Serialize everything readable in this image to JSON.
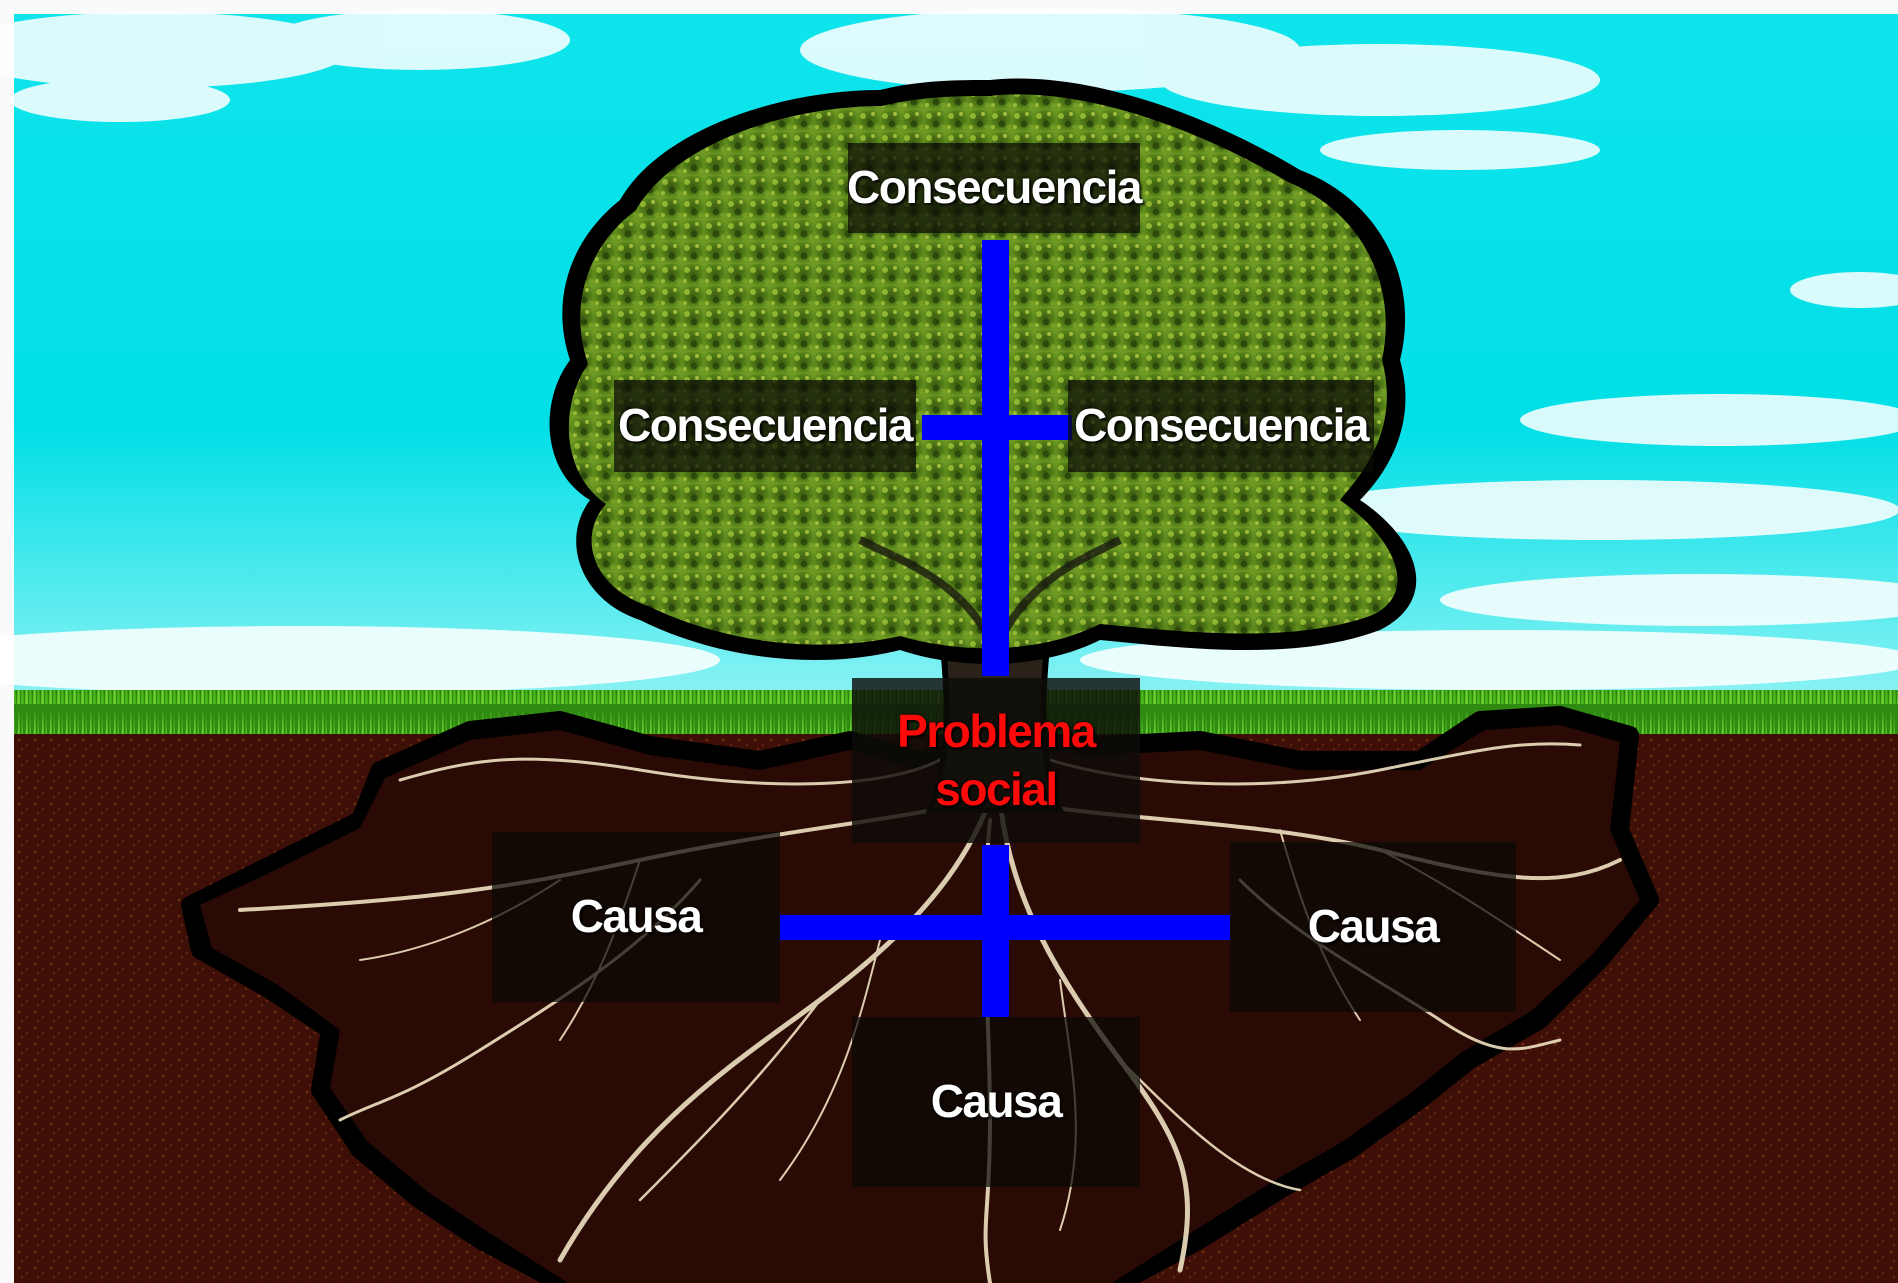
{
  "colors": {
    "sky": "#00e5ea",
    "grass": "#3fa81c",
    "soil": "#3a0e06",
    "foliage": "#3f6a10",
    "roots": "#f0e2c2",
    "connector": "#0000ff",
    "label_box": "#0a0a06",
    "label_text": "#ffffff",
    "problem_text": "#ff0a0a"
  },
  "diagram": {
    "problem": {
      "line1": "Problema",
      "line2": "social"
    },
    "consequences": [
      {
        "label": "Consecuencia"
      },
      {
        "label": "Consecuencia"
      },
      {
        "label": "Consecuencia"
      }
    ],
    "causes": [
      {
        "label": "Causa"
      },
      {
        "label": "Causa"
      },
      {
        "label": "Causa"
      }
    ]
  }
}
